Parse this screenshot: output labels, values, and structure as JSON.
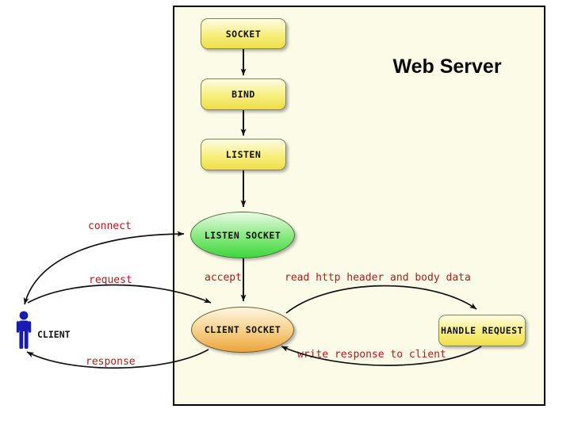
{
  "title": "Web Server",
  "nodes": {
    "socket": {
      "label": "SOCKET"
    },
    "bind": {
      "label": "BIND"
    },
    "listen": {
      "label": "LISTEN"
    },
    "listen_socket": {
      "label": "LISTEN SOCKET"
    },
    "client_socket": {
      "label": "CLIENT SOCKET"
    },
    "handle_request": {
      "label": "HANDLE REQUEST"
    },
    "client": {
      "label": "CLIENT"
    }
  },
  "edges": {
    "connect": {
      "label": "connect",
      "from": "client",
      "to": "listen_socket"
    },
    "request": {
      "label": "request",
      "from": "client",
      "to": "client_socket"
    },
    "response": {
      "label": "response",
      "from": "client_socket",
      "to": "client"
    },
    "accept": {
      "label": "accept",
      "from": "listen_socket",
      "to": "client_socket"
    },
    "read": {
      "label": "read http header and body data",
      "from": "client_socket",
      "to": "handle_request"
    },
    "write": {
      "label": "write response to client",
      "from": "handle_request",
      "to": "client_socket"
    }
  },
  "colors": {
    "page_background": "#ffffff",
    "server_background": "#fbfbe7",
    "server_border": "#000000",
    "node_yellow_top": "#fdfce4",
    "node_yellow_bottom": "#eedf48",
    "node_green_top": "#eafbe4",
    "node_green_bottom": "#3ed63e",
    "node_orange_top": "#fdf6e1",
    "node_orange_bottom": "#eca43c",
    "edge_label_red": "#b11a1a",
    "client_figure_blue": "#1a1ab5",
    "arrow_black": "#111111"
  }
}
